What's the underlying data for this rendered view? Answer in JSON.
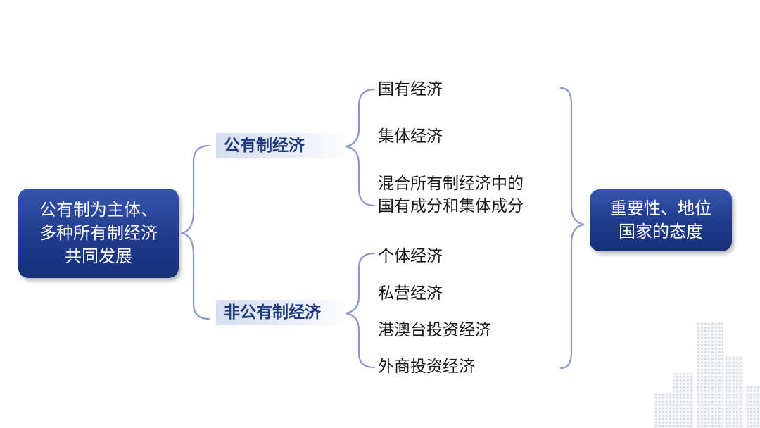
{
  "root": {
    "lines": [
      "公有制为主体、",
      "多种所有制经济",
      "共同发展"
    ]
  },
  "categories": {
    "public": {
      "label": "公有制经济",
      "items": [
        "国有经济",
        "集体经济"
      ],
      "mixed_item_lines": [
        "混合所有制经济中的",
        "国有成分和集体成分"
      ]
    },
    "nonpublic": {
      "label": "非公有制经济",
      "items": [
        "个体经济",
        "私营经济",
        "港澳台投资经济",
        "外商投资经济"
      ]
    }
  },
  "conclusion": {
    "lines": [
      "重要性、地位",
      "国家的态度"
    ]
  },
  "colors": {
    "box_gradient_top": "#3656ad",
    "box_gradient_bottom": "#16307a",
    "category_text": "#1f3a80",
    "category_highlight": "#d6deef",
    "connector": "#8a9ac8"
  }
}
